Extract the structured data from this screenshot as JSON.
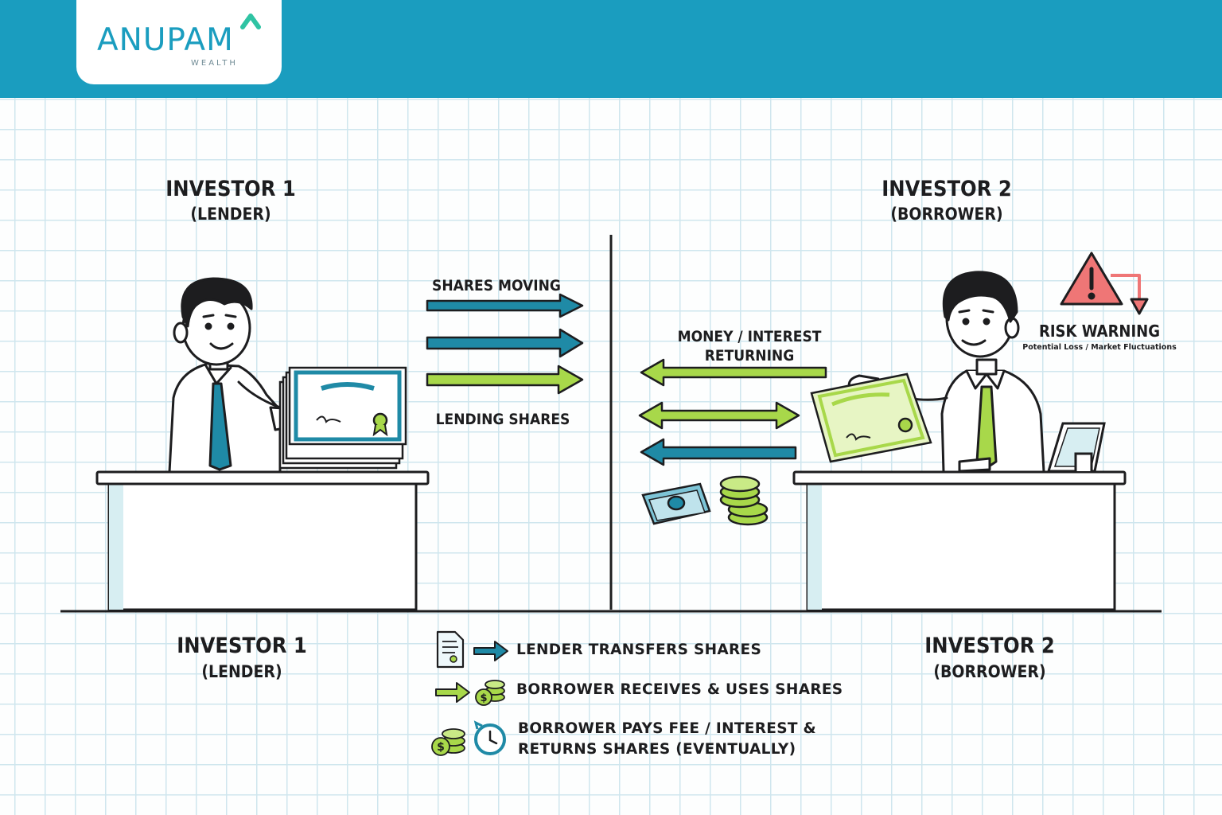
{
  "brand": {
    "name": "ANUPAM",
    "tagline": "WEALTH",
    "color": "#1a9dbf",
    "accent": "#2fc3a3"
  },
  "colors": {
    "teal_arrow": "#1f8aa6",
    "green_arrow": "#a8d84a",
    "ink": "#1d1d1f",
    "warning_red": "#ef7676"
  },
  "top": {
    "investor1": {
      "title": "INVESTOR 1",
      "role": "(LENDER)"
    },
    "investor2": {
      "title": "INVESTOR 2",
      "role": "(BORROWER)"
    }
  },
  "flows": {
    "shares_moving": "SHARES MOVING",
    "lending_shares": "LENDING SHARES",
    "money_interest_line1": "MONEY / INTEREST",
    "money_interest_line2": "RETURNING"
  },
  "risk": {
    "title": "RISK WARNING",
    "subtitle": "Potential Loss / Market Fluctuations"
  },
  "bottom": {
    "investor1": {
      "title": "INVESTOR 1",
      "role": "(LENDER)"
    },
    "investor2": {
      "title": "INVESTOR 2",
      "role": "(BORROWER)"
    }
  },
  "legend": [
    {
      "icon": "document-arrow-icon",
      "text": "LENDER TRANSFERS SHARES"
    },
    {
      "icon": "arrow-coins-icon",
      "text": "BORROWER RECEIVES & USES SHARES"
    },
    {
      "icon": "coins-clock-icon",
      "line1": "BORROWER PAYS FEE / INTEREST &",
      "line2": "RETURNS SHARES (EVENTUALLY)"
    }
  ]
}
